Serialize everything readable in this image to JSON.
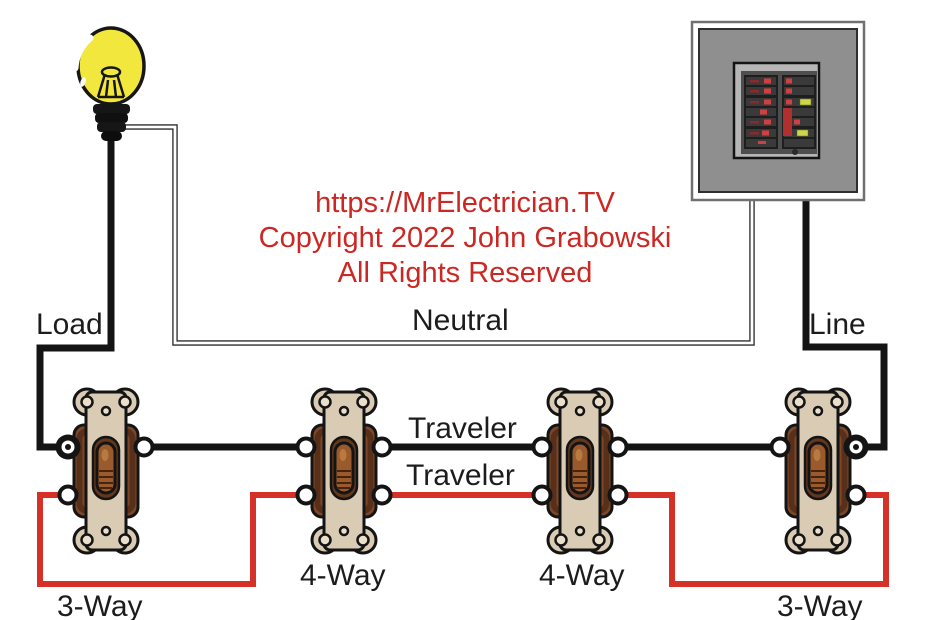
{
  "copyright": [
    "https://MrElectrician.TV",
    "Copyright 2022 John Grabowski",
    "All Rights Reserved"
  ],
  "labels": {
    "load": "Load",
    "neutral": "Neutral",
    "line": "Line",
    "traveler_top": "Traveler",
    "traveler_bottom": "Traveler"
  },
  "switch_labels": [
    "3-Way",
    "4-Way",
    "4-Way",
    "3-Way"
  ],
  "colors": {
    "wire-black": "#141414",
    "wire-red": "#d63128",
    "text-red": "#cc2823",
    "label-black": "#1c1c1c",
    "bulb-yellow": "#f2e73c",
    "plate-tan": "#d9cbb4",
    "body-brown": "#7b4728",
    "panel-gray": "#8f8f8f"
  }
}
